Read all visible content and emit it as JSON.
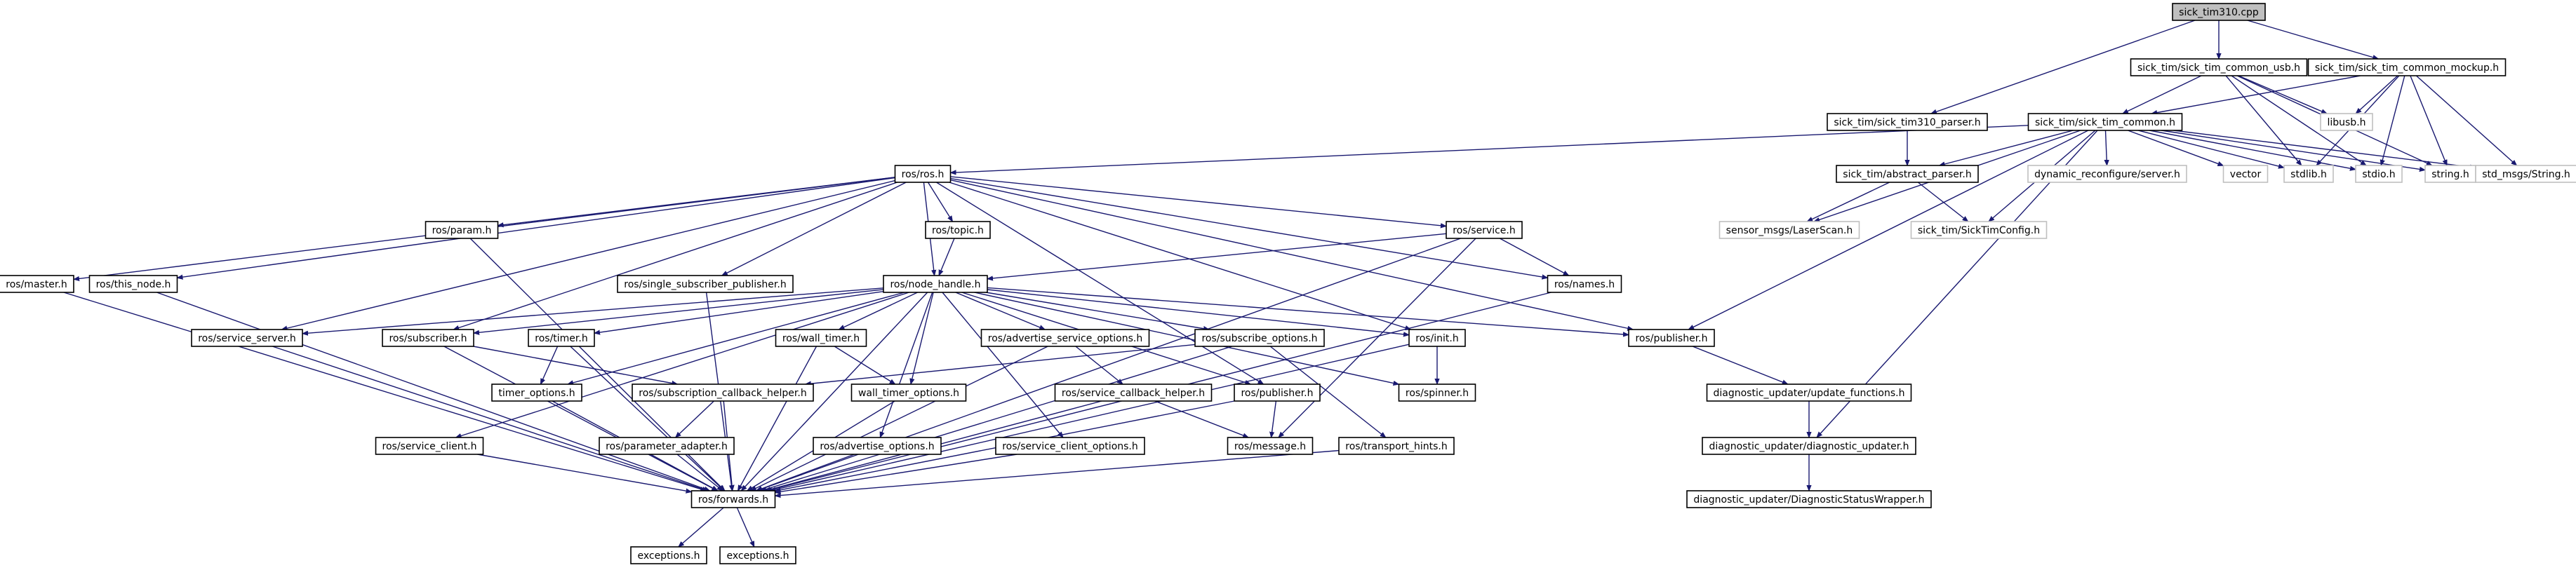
{
  "colors": {
    "edge": "#191970",
    "root_fill": "#bfbfbf",
    "external_border": "#bfbfbf",
    "border": "#000000"
  },
  "nodes": [
    {
      "id": "n_root",
      "label": "sick_tim310.cpp",
      "style": "root"
    },
    {
      "id": "n_usb",
      "label": "sick_tim/sick_tim_common_usb.h",
      "style": "box"
    },
    {
      "id": "n_mockup",
      "label": "sick_tim/sick_tim_common_mockup.h",
      "style": "box"
    },
    {
      "id": "n_parser310",
      "label": "sick_tim/sick_tim310_parser.h",
      "style": "box"
    },
    {
      "id": "n_common",
      "label": "sick_tim/sick_tim_common.h",
      "style": "box"
    },
    {
      "id": "n_libusb",
      "label": "libusb.h",
      "style": "ext"
    },
    {
      "id": "n_rosh",
      "label": "ros/ros.h",
      "style": "box"
    },
    {
      "id": "n_absparser",
      "label": "sick_tim/abstract_parser.h",
      "style": "box"
    },
    {
      "id": "n_dynreconf",
      "label": "dynamic_reconfigure/server.h",
      "style": "ext"
    },
    {
      "id": "n_vector",
      "label": "vector",
      "style": "ext"
    },
    {
      "id": "n_stdlib",
      "label": "stdlib.h",
      "style": "ext"
    },
    {
      "id": "n_stdio",
      "label": "stdio.h",
      "style": "ext"
    },
    {
      "id": "n_string",
      "label": "string.h",
      "style": "ext"
    },
    {
      "id": "n_stdmsgs",
      "label": "std_msgs/String.h",
      "style": "ext"
    },
    {
      "id": "n_laserscan",
      "label": "sensor_msgs/LaserScan.h",
      "style": "ext"
    },
    {
      "id": "n_timconfig",
      "label": "sick_tim/SickTimConfig.h",
      "style": "ext"
    },
    {
      "id": "n_param",
      "label": "ros/param.h",
      "style": "box"
    },
    {
      "id": "n_topic",
      "label": "ros/topic.h",
      "style": "box"
    },
    {
      "id": "n_service",
      "label": "ros/service.h",
      "style": "box"
    },
    {
      "id": "n_master",
      "label": "ros/master.h",
      "style": "box"
    },
    {
      "id": "n_thisnode",
      "label": "ros/this_node.h",
      "style": "box"
    },
    {
      "id": "n_sspub",
      "label": "ros/single_subscriber_publisher.h",
      "style": "box"
    },
    {
      "id": "n_nodehandle",
      "label": "ros/node_handle.h",
      "style": "box"
    },
    {
      "id": "n_names",
      "label": "ros/names.h",
      "style": "box"
    },
    {
      "id": "n_srvserver",
      "label": "ros/service_server.h",
      "style": "box"
    },
    {
      "id": "n_subscriber",
      "label": "ros/subscriber.h",
      "style": "box"
    },
    {
      "id": "n_timer",
      "label": "ros/timer.h",
      "style": "box"
    },
    {
      "id": "n_walltimer",
      "label": "ros/wall_timer.h",
      "style": "box"
    },
    {
      "id": "n_advsrvopt",
      "label": "ros/advertise_service_options.h",
      "style": "box"
    },
    {
      "id": "n_subopt",
      "label": "ros/subscribe_options.h",
      "style": "box"
    },
    {
      "id": "n_init",
      "label": "ros/init.h",
      "style": "box"
    },
    {
      "id": "n_dpublisher",
      "label": "ros/publisher.h",
      "style": "box"
    },
    {
      "id": "n_timeropt",
      "label": "timer_options.h",
      "style": "box"
    },
    {
      "id": "n_subcbhelper",
      "label": "ros/subscription_callback_helper.h",
      "style": "box"
    },
    {
      "id": "n_walltimeropt",
      "label": "wall_timer_options.h",
      "style": "box"
    },
    {
      "id": "n_srvcbhelper",
      "label": "ros/service_callback_helper.h",
      "style": "box"
    },
    {
      "id": "n_publisher",
      "label": "ros/publisher.h",
      "style": "box"
    },
    {
      "id": "n_spinner",
      "label": "ros/spinner.h",
      "style": "box"
    },
    {
      "id": "n_updfunc",
      "label": "diagnostic_updater/update_functions.h",
      "style": "box"
    },
    {
      "id": "n_srvclient",
      "label": "ros/service_client.h",
      "style": "box"
    },
    {
      "id": "n_paramadapter",
      "label": "ros/parameter_adapter.h",
      "style": "box"
    },
    {
      "id": "n_advopt",
      "label": "ros/advertise_options.h",
      "style": "box"
    },
    {
      "id": "n_srvclientopt",
      "label": "ros/service_client_options.h",
      "style": "box"
    },
    {
      "id": "n_message",
      "label": "ros/message.h",
      "style": "box"
    },
    {
      "id": "n_transport",
      "label": "ros/transport_hints.h",
      "style": "box"
    },
    {
      "id": "n_diagupd",
      "label": "diagnostic_updater/diagnostic_updater.h",
      "style": "box"
    },
    {
      "id": "n_forwards",
      "label": "ros/forwards.h",
      "style": "box"
    },
    {
      "id": "n_diagwrap",
      "label": "diagnostic_updater/DiagnosticStatusWrapper.h",
      "style": "box"
    },
    {
      "id": "n_exc1",
      "label": "exceptions.h",
      "style": "box"
    },
    {
      "id": "n_exc2",
      "label": "exceptions.h",
      "style": "box"
    }
  ],
  "edges": [
    [
      "n_root",
      "n_usb"
    ],
    [
      "n_root",
      "n_mockup"
    ],
    [
      "n_root",
      "n_parser310"
    ],
    [
      "n_usb",
      "n_common"
    ],
    [
      "n_usb",
      "n_libusb"
    ],
    [
      "n_usb",
      "n_stdlib"
    ],
    [
      "n_usb",
      "n_stdio"
    ],
    [
      "n_usb",
      "n_string"
    ],
    [
      "n_mockup",
      "n_common"
    ],
    [
      "n_mockup",
      "n_libusb"
    ],
    [
      "n_mockup",
      "n_stdlib"
    ],
    [
      "n_mockup",
      "n_stdio"
    ],
    [
      "n_mockup",
      "n_string"
    ],
    [
      "n_mockup",
      "n_stdmsgs"
    ],
    [
      "n_parser310",
      "n_absparser"
    ],
    [
      "n_common",
      "n_rosh"
    ],
    [
      "n_common",
      "n_absparser"
    ],
    [
      "n_common",
      "n_dynreconf"
    ],
    [
      "n_common",
      "n_vector"
    ],
    [
      "n_common",
      "n_stdlib"
    ],
    [
      "n_common",
      "n_stdio"
    ],
    [
      "n_common",
      "n_string"
    ],
    [
      "n_common",
      "n_stdmsgs"
    ],
    [
      "n_common",
      "n_laserscan"
    ],
    [
      "n_common",
      "n_timconfig"
    ],
    [
      "n_common",
      "n_dpublisher"
    ],
    [
      "n_common",
      "n_diagupd"
    ],
    [
      "n_absparser",
      "n_laserscan"
    ],
    [
      "n_absparser",
      "n_timconfig"
    ],
    [
      "n_rosh",
      "n_param"
    ],
    [
      "n_rosh",
      "n_topic"
    ],
    [
      "n_rosh",
      "n_service"
    ],
    [
      "n_rosh",
      "n_master"
    ],
    [
      "n_rosh",
      "n_thisnode"
    ],
    [
      "n_rosh",
      "n_sspub"
    ],
    [
      "n_rosh",
      "n_nodehandle"
    ],
    [
      "n_rosh",
      "n_names"
    ],
    [
      "n_rosh",
      "n_srvserver"
    ],
    [
      "n_rosh",
      "n_subscriber"
    ],
    [
      "n_rosh",
      "n_init"
    ],
    [
      "n_rosh",
      "n_publisher"
    ],
    [
      "n_rosh",
      "n_dpublisher"
    ],
    [
      "n_topic",
      "n_nodehandle"
    ],
    [
      "n_service",
      "n_nodehandle"
    ],
    [
      "n_service",
      "n_names"
    ],
    [
      "n_service",
      "n_message"
    ],
    [
      "n_service",
      "n_forwards"
    ],
    [
      "n_param",
      "n_forwards"
    ],
    [
      "n_master",
      "n_forwards"
    ],
    [
      "n_thisnode",
      "n_forwards"
    ],
    [
      "n_sspub",
      "n_forwards"
    ],
    [
      "n_nodehandle",
      "n_srvserver"
    ],
    [
      "n_nodehandle",
      "n_subscriber"
    ],
    [
      "n_nodehandle",
      "n_timer"
    ],
    [
      "n_nodehandle",
      "n_walltimer"
    ],
    [
      "n_nodehandle",
      "n_advsrvopt"
    ],
    [
      "n_nodehandle",
      "n_subopt"
    ],
    [
      "n_nodehandle",
      "n_init"
    ],
    [
      "n_nodehandle",
      "n_dpublisher"
    ],
    [
      "n_nodehandle",
      "n_publisher"
    ],
    [
      "n_nodehandle",
      "n_spinner"
    ],
    [
      "n_nodehandle",
      "n_srvclient"
    ],
    [
      "n_nodehandle",
      "n_advopt"
    ],
    [
      "n_nodehandle",
      "n_srvclientopt"
    ],
    [
      "n_nodehandle",
      "n_timeropt"
    ],
    [
      "n_nodehandle",
      "n_walltimeropt"
    ],
    [
      "n_nodehandle",
      "n_forwards"
    ],
    [
      "n_names",
      "n_forwards"
    ],
    [
      "n_srvserver",
      "n_forwards"
    ],
    [
      "n_subscriber",
      "n_subcbhelper"
    ],
    [
      "n_subscriber",
      "n_forwards"
    ],
    [
      "n_timer",
      "n_timeropt"
    ],
    [
      "n_timer",
      "n_forwards"
    ],
    [
      "n_walltimer",
      "n_walltimeropt"
    ],
    [
      "n_walltimer",
      "n_forwards"
    ],
    [
      "n_advsrvopt",
      "n_srvcbhelper"
    ],
    [
      "n_advsrvopt",
      "n_forwards"
    ],
    [
      "n_subopt",
      "n_subcbhelper"
    ],
    [
      "n_subopt",
      "n_transport"
    ],
    [
      "n_subopt",
      "n_forwards"
    ],
    [
      "n_init",
      "n_spinner"
    ],
    [
      "n_init",
      "n_forwards"
    ],
    [
      "n_dpublisher",
      "n_updfunc"
    ],
    [
      "n_publisher",
      "n_message"
    ],
    [
      "n_publisher",
      "n_forwards"
    ],
    [
      "n_timeropt",
      "n_forwards"
    ],
    [
      "n_walltimeropt",
      "n_forwards"
    ],
    [
      "n_subcbhelper",
      "n_paramadapter"
    ],
    [
      "n_subcbhelper",
      "n_forwards"
    ],
    [
      "n_srvcbhelper",
      "n_message"
    ],
    [
      "n_srvcbhelper",
      "n_forwards"
    ],
    [
      "n_updfunc",
      "n_diagupd"
    ],
    [
      "n_srvclient",
      "n_forwards"
    ],
    [
      "n_paramadapter",
      "n_forwards"
    ],
    [
      "n_advopt",
      "n_forwards"
    ],
    [
      "n_srvclientopt",
      "n_forwards"
    ],
    [
      "n_transport",
      "n_forwards"
    ],
    [
      "n_diagupd",
      "n_diagwrap"
    ],
    [
      "n_forwards",
      "n_exc1"
    ],
    [
      "n_forwards",
      "n_exc2"
    ]
  ]
}
